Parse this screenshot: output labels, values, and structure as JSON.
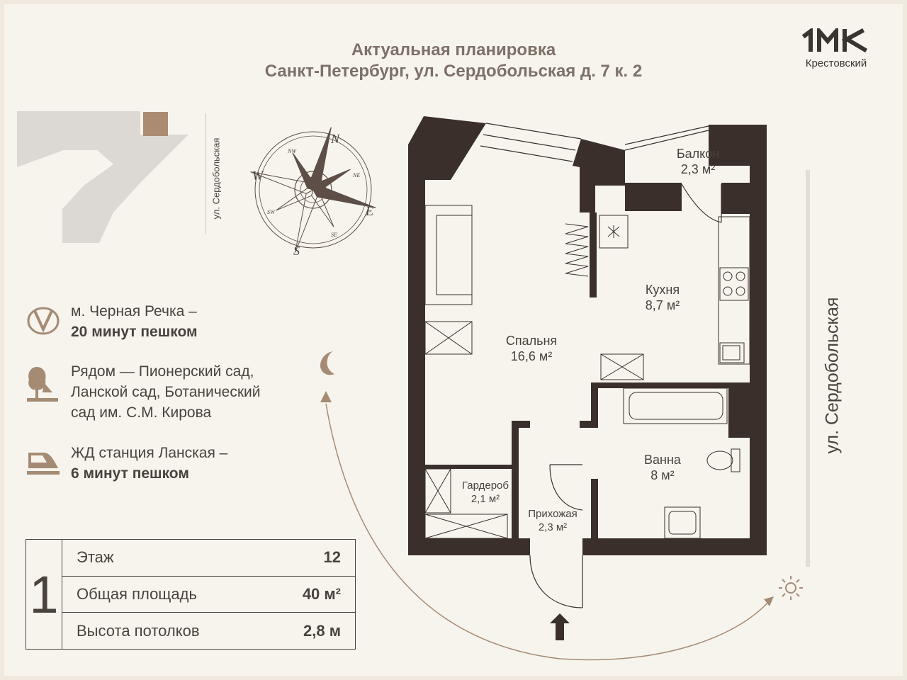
{
  "header": {
    "line1": "Актуальная планировка",
    "line2": "Санкт-Петербург, ул. Сердобольская д. 7 к. 2"
  },
  "brand": {
    "name": "Крестовский"
  },
  "street": {
    "small": "ул. Сердобольская",
    "large": "ул. Сердобольская"
  },
  "compass": {
    "n": "N",
    "s": "S",
    "e": "E",
    "w": "W",
    "ne": "NE",
    "nw": "NW",
    "se": "SE",
    "sw": "SW"
  },
  "features": {
    "metro": {
      "icon": "metro-icon",
      "line1": "м. Черная Речка –",
      "line2": "20 минут пешком"
    },
    "parks": {
      "icon": "park-tree-icon",
      "line1": "Рядом — Пионерский сад,",
      "line2": "Ланской сад, Ботанический",
      "line3": "сад им. С.М. Кирова"
    },
    "rail": {
      "icon": "train-icon",
      "line1": "ЖД станция Ланская –",
      "line2": "6 минут пешком"
    }
  },
  "stats": {
    "rooms": "1",
    "floor_label": "Этаж",
    "floor_value": "12",
    "area_label": "Общая площадь",
    "area_value": "40 м²",
    "height_label": "Высота потолков",
    "height_value": "2,8 м"
  },
  "rooms": {
    "balcony": {
      "name": "Балкон",
      "area": "2,3 м²"
    },
    "kitchen": {
      "name": "Кухня",
      "area": "8,7 м²"
    },
    "bedroom": {
      "name": "Спальня",
      "area": "16,6 м²"
    },
    "bathroom": {
      "name": "Ванна",
      "area": "8 м²"
    },
    "wardrobe": {
      "name": "Гардероб",
      "area": "2,1 м²"
    },
    "hallway": {
      "name": "Прихожая",
      "area": "2,3 м²"
    }
  },
  "colors": {
    "wall": "#3a2f2b",
    "accent": "#a58b74",
    "building": "#dddad6",
    "highlight": "#ab8c73"
  }
}
